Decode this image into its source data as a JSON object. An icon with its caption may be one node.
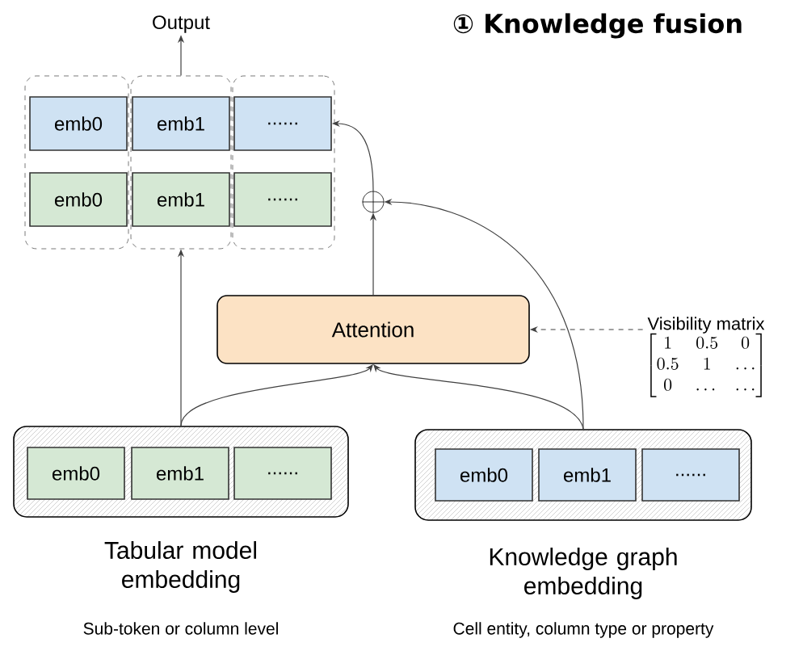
{
  "diagram": {
    "title": "① Knowledge fusion",
    "nodes": [
      {
        "text": [
          "Output"
        ]
      },
      {
        "text": [],
        "shape": "box"
      },
      {
        "text": [],
        "shape": "box"
      },
      {
        "text": [],
        "shape": "box"
      },
      {
        "text": [
          "emb0"
        ],
        "in": 1
      },
      {
        "text": [
          "emb0"
        ],
        "in": 1
      },
      {
        "text": [
          "emb1"
        ],
        "in": 2
      },
      {
        "text": [
          "emb1"
        ],
        "in": 2
      },
      {
        "text": [
          "......"
        ],
        "in": 3
      },
      {
        "text": [
          "......"
        ],
        "in": 3
      },
      {
        "text": [],
        "shape": "circle"
      },
      {
        "text": [
          "Attention"
        ]
      },
      {
        "text": [
          "Visibility matrix",
          "\\begin{bmatrix} 1 & 0.5 & 0 \\\\ 0.5 & 1 & \\dots \\\\ 0 & \\dots & \\dots \\end{bmatrix}"
        ]
      },
      {
        "text": [
          "Tabular model embedding",
          "Sub-token or column level"
        ]
      },
      {
        "text": [
          "emb0"
        ],
        "in": 13
      },
      {
        "text": [
          "emb1"
        ],
        "in": 13
      },
      {
        "text": [
          "......"
        ],
        "in": 13
      },
      {
        "text": [
          "Knowledge graph embedding",
          "Cell entity, column type or property"
        ]
      },
      {
        "text": [
          "emb0"
        ],
        "in": 17
      },
      {
        "text": [
          "emb1"
        ],
        "in": 17
      },
      {
        "text": [
          "......"
        ],
        "in": 17
      }
    ],
    "edges": [
      {
        "from": 2,
        "to": 0,
        "arrow": "to"
      },
      {
        "from": 13,
        "to": 2,
        "arrow": "to"
      },
      {
        "from": 13,
        "to": 11,
        "arrow": "to"
      },
      {
        "from": 17,
        "to": 11,
        "arrow": "to"
      },
      {
        "from": 17,
        "to": 10,
        "arrow": "to"
      },
      {
        "from": 11,
        "to": 10,
        "arrow": "to"
      },
      {
        "from": 10,
        "to": 8,
        "arrow": "to"
      },
      {
        "from": 12,
        "to": 11,
        "arrow": "to",
        "style": "dashed"
      }
    ]
  }
}
